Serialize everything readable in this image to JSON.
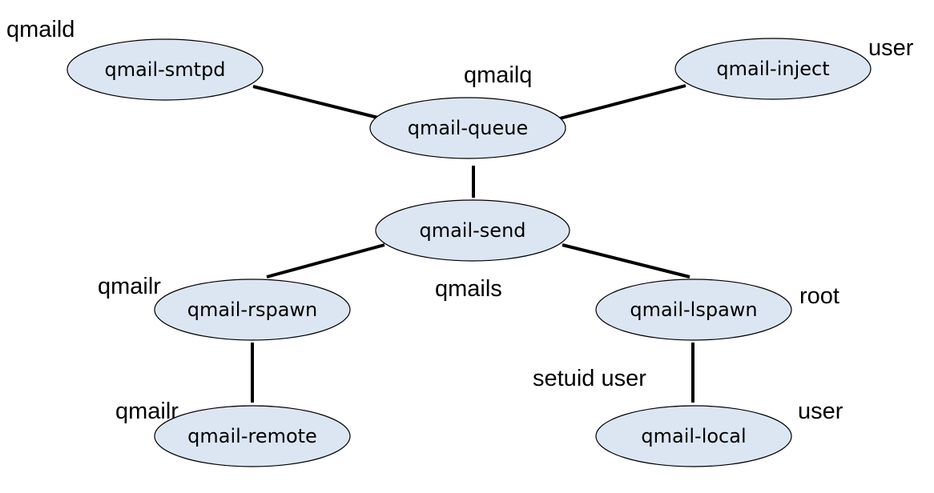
{
  "nodes": [
    {
      "id": "smtpd",
      "label": "qmail-smtpd"
    },
    {
      "id": "inject",
      "label": "qmail-inject"
    },
    {
      "id": "queue",
      "label": "qmail-queue"
    },
    {
      "id": "send",
      "label": "qmail-send"
    },
    {
      "id": "rspawn",
      "label": "qmail-rspawn"
    },
    {
      "id": "lspawn",
      "label": "qmail-lspawn"
    },
    {
      "id": "remote",
      "label": "qmail-remote"
    },
    {
      "id": "local",
      "label": "qmail-local"
    }
  ],
  "users": {
    "smtpd": "qmaild",
    "inject": "user",
    "queue": "qmailq",
    "send": "qmails",
    "rspawn": "qmailr",
    "lspawn": "root",
    "remote": "qmailr",
    "lspawn_local_edge": "setuid user",
    "local": "user"
  },
  "edges": [
    {
      "from": "smtpd",
      "to": "queue"
    },
    {
      "from": "inject",
      "to": "queue"
    },
    {
      "from": "queue",
      "to": "send"
    },
    {
      "from": "send",
      "to": "rspawn"
    },
    {
      "from": "send",
      "to": "lspawn"
    },
    {
      "from": "rspawn",
      "to": "remote"
    },
    {
      "from": "lspawn",
      "to": "local"
    }
  ]
}
